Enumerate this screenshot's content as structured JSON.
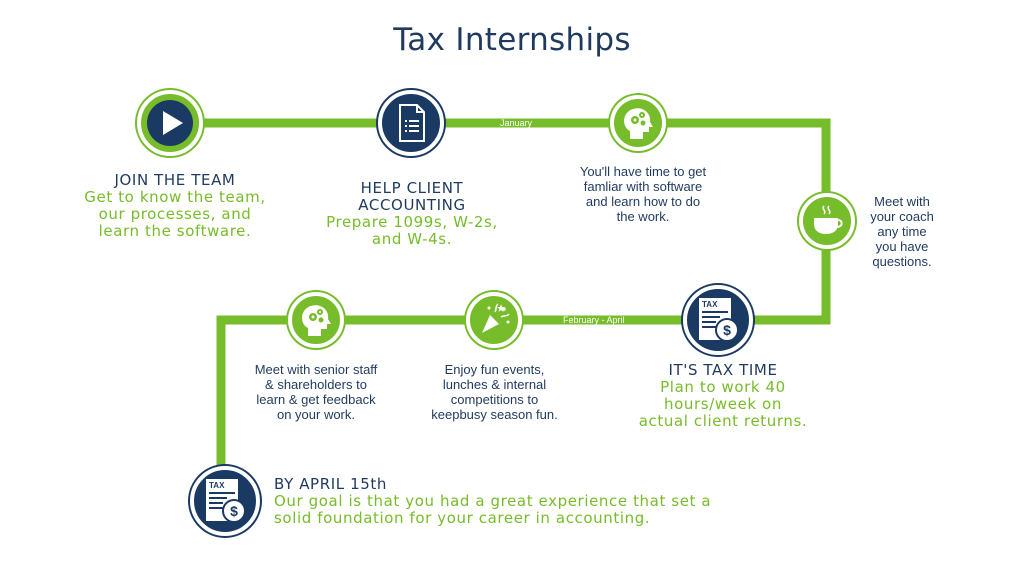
{
  "title": "Tax Internships",
  "path_labels": {
    "january": "January",
    "feb_april": "February - April"
  },
  "steps": {
    "join": {
      "heading": "JOIN THE TEAM",
      "detail_lines": [
        "Get to know the team,",
        "our processes, and",
        "learn the software."
      ]
    },
    "help": {
      "heading_lines": [
        "HELP CLIENT",
        "ACCOUNTING"
      ],
      "detail_lines": [
        "Prepare 1099s, W-2s,",
        "and W-4s."
      ]
    },
    "software": {
      "lines": [
        "You'll have time to get",
        "famliar with software",
        "and learn how to do",
        "the work."
      ]
    },
    "coach": {
      "lines": [
        "Meet with",
        "your coach",
        "any time",
        "you have",
        "questions."
      ]
    },
    "tax_time": {
      "heading": "IT'S TAX TIME",
      "detail_lines": [
        "Plan to work 40",
        "hours/week on",
        "actual client returns."
      ]
    },
    "fun": {
      "lines": [
        "Enjoy fun events,",
        "lunches & internal",
        "competitions to",
        "keepbusy season fun."
      ]
    },
    "senior": {
      "lines": [
        "Meet with senior staff",
        "& shareholders to",
        "learn & get feedback",
        "on your work."
      ]
    },
    "april": {
      "heading": "BY APRIL 15th",
      "detail_lines": [
        "Our goal is that you had a great experience that set a",
        "solid foundation for your career in accounting."
      ]
    }
  },
  "icons": {
    "tax_doc_label": "TAX",
    "dollar": "$",
    "names": [
      "play-icon",
      "document-list-icon",
      "head-gears-icon",
      "coffee-cup-icon",
      "tax-document-icon",
      "party-popper-icon"
    ]
  },
  "colors": {
    "green": "#77bc2a",
    "navy": "#1b3a63",
    "title": "#1f3a5f"
  }
}
